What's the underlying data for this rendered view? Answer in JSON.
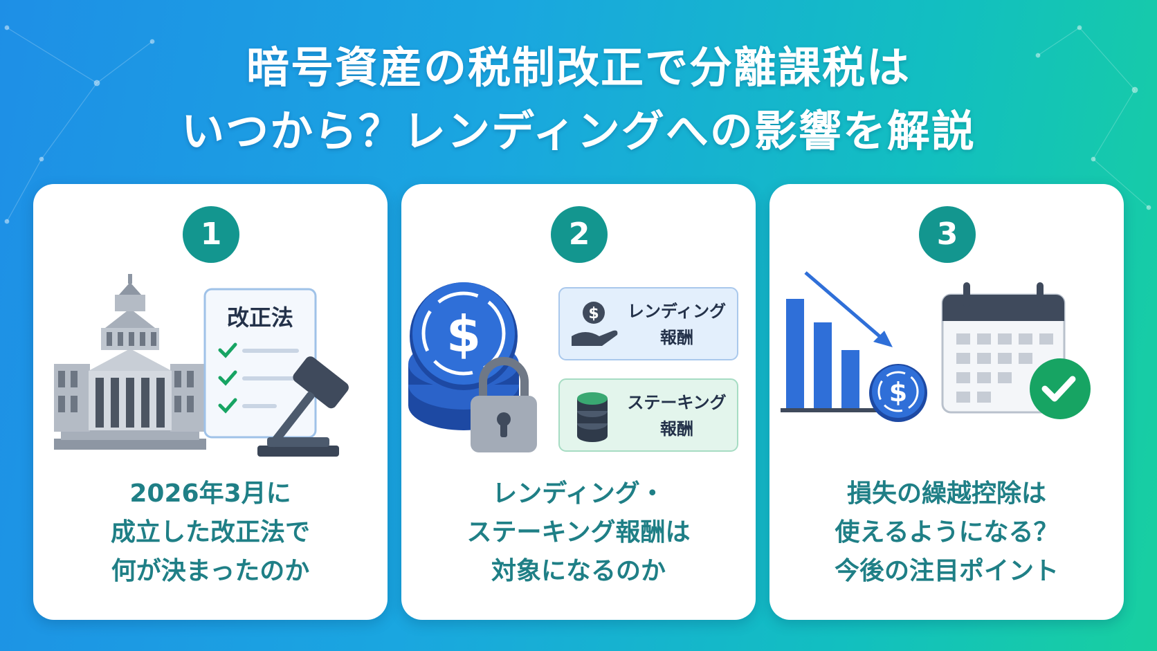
{
  "title": {
    "line1": "暗号資産の税制改正で分離課税は",
    "line2": "いつから？レンディングへの影響を解説"
  },
  "cards": [
    {
      "number": "1",
      "doc_label": "改正法",
      "caption": [
        "2026年3月に",
        "成立した改正法で",
        "何が決まったのか"
      ],
      "icons": [
        "parliament-building-icon",
        "document-check-icon",
        "gavel-icon"
      ]
    },
    {
      "number": "2",
      "tags": [
        {
          "line1": "レンディング",
          "line2": "報酬",
          "icon": "hand-coin-icon",
          "color": "#e3effc"
        },
        {
          "line1": "ステーキング",
          "line2": "報酬",
          "icon": "coin-stack-icon",
          "color": "#e3f5ec"
        }
      ],
      "caption": [
        "レンディング・",
        "ステーキング報酬は",
        "対象になるのか"
      ],
      "icons": [
        "coin-stack-icon",
        "padlock-icon"
      ]
    },
    {
      "number": "3",
      "caption": [
        "損失の繰越控除は",
        "使えるようになる？",
        "今後の注目ポイント"
      ],
      "icons": [
        "declining-bar-chart-icon",
        "dollar-coin-icon",
        "calendar-icon",
        "checkmark-icon"
      ]
    }
  ],
  "colors": {
    "accent": "#13968f",
    "caption": "#1f7f86",
    "coin_blue": "#2b63c9",
    "check_green": "#17a463"
  }
}
